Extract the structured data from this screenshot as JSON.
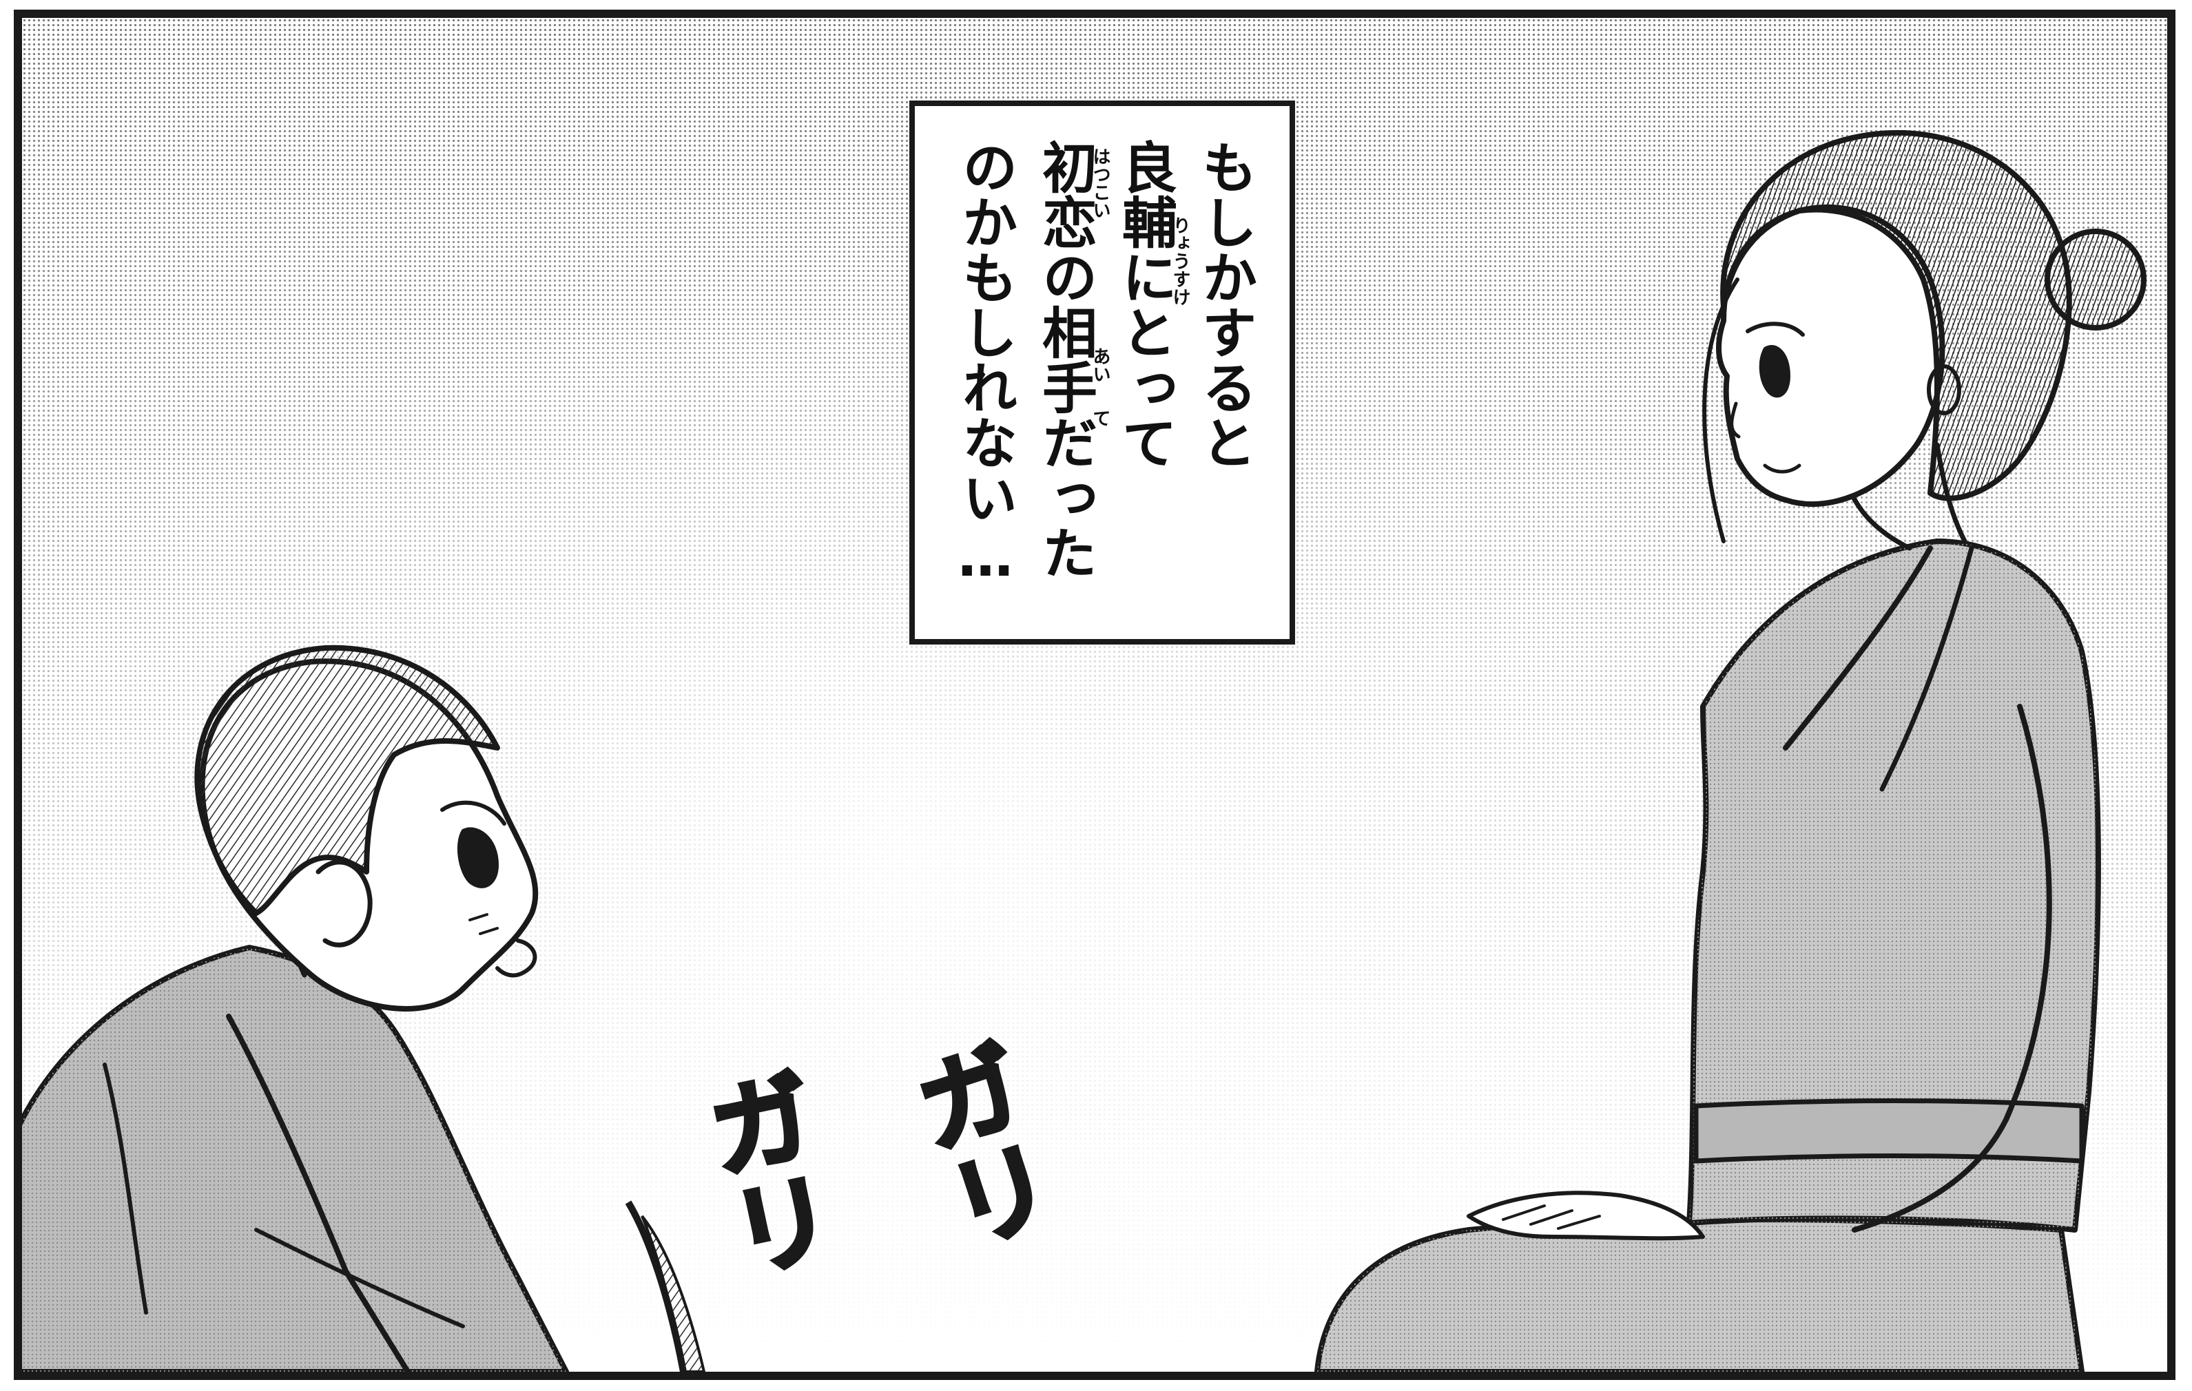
{
  "narration": {
    "lines": [
      "もしかすると",
      "良輔にとって",
      "初恋の相手だった",
      "のかもしれない…"
    ],
    "ruby": {
      "ryousuke": "りょうすけ",
      "hatsukoi": "はつこい",
      "aite_a": "あい",
      "aite_te": "て"
    }
  },
  "sound_effects": {
    "left": "ガリ",
    "right": "ガリ"
  },
  "colors": {
    "ink": "#1a1a1a",
    "paper": "#ffffff",
    "screentone": "#cfcfcf"
  }
}
